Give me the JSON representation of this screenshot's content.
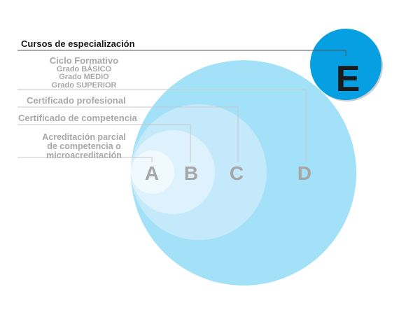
{
  "labels": {
    "especializacion": "Cursos de especialización",
    "ciclo_title": "Ciclo Formativo",
    "ciclo_basico": "Grado BÁSICO",
    "ciclo_medio": "Grado MEDIO",
    "ciclo_superior": "Grado SUPERIOR",
    "cert_profesional": "Certificado profesional",
    "cert_competencia": "Certificado de competencia",
    "acreditacion_1": "Acreditación parcial",
    "acreditacion_2": "de competencia o",
    "acreditacion_3": "microacreditación"
  },
  "circles": {
    "a": "A",
    "b": "B",
    "c": "C",
    "d": "D",
    "e": "E"
  },
  "colors": {
    "d": "#a3e1f8",
    "c": "#c4e9fa",
    "b": "#ddf2fc",
    "a": "#f0f9fe",
    "e": "#069fe2",
    "line": "#c8c8c8",
    "letter": "#a6a6a6"
  }
}
